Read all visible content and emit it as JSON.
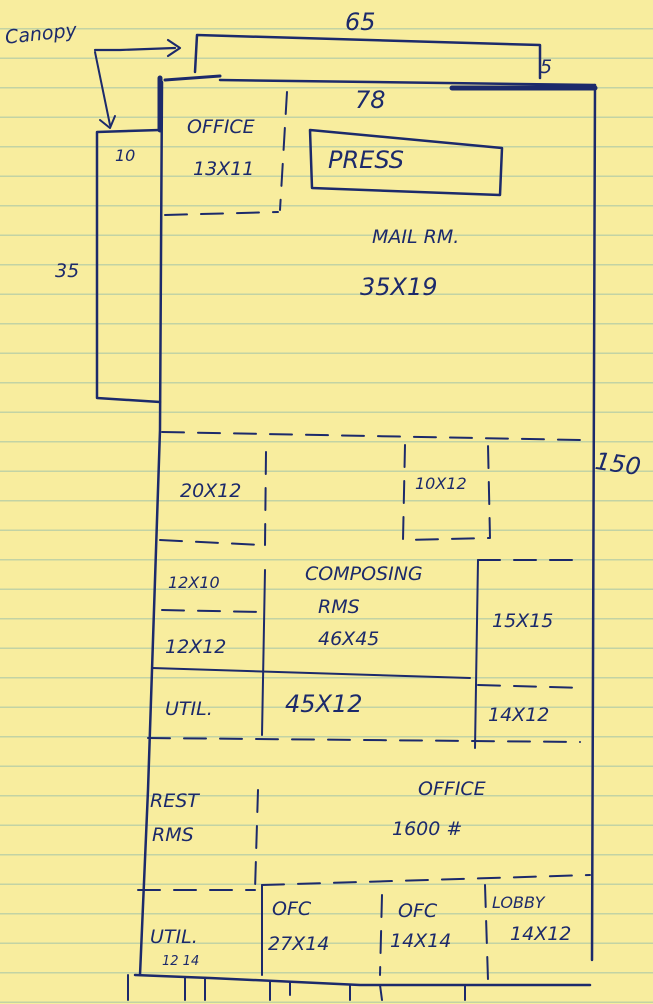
{
  "plan": {
    "canopy": "Canopy",
    "dims": {
      "top": "65",
      "top_inner": "78",
      "right_top": "5",
      "left_ten": "10",
      "left_side": "35",
      "right_side": "150"
    },
    "rooms": {
      "office_top": {
        "name": "OFFICE",
        "size": "13X11"
      },
      "press": "PRESS",
      "mail": {
        "name": "MAIL RM.",
        "size": "35X19"
      },
      "room_20x12": "20X12",
      "room_10x12": "10X12",
      "room_12x10": "12X10",
      "room_12x12": "12X12",
      "composing": {
        "line1": "COMPOSING",
        "line2": "RMS",
        "size": "46X45"
      },
      "room_15x15": "15X15",
      "util_mid": "UTIL.",
      "room_45x12": "45X12",
      "room_14x12": "14X12",
      "rest": {
        "line1": "REST",
        "line2": "RMS"
      },
      "office_big": {
        "name": "OFFICE",
        "size": "1600 #"
      },
      "util_bottom": "UTIL.",
      "util_bottom_dim": "12 14",
      "ofc_left": {
        "name": "OFC",
        "size": "27X14"
      },
      "ofc_mid": {
        "name": "OFC",
        "size": "14X14"
      },
      "lobby": {
        "name": "LOBBY",
        "size": "14X12"
      }
    }
  }
}
